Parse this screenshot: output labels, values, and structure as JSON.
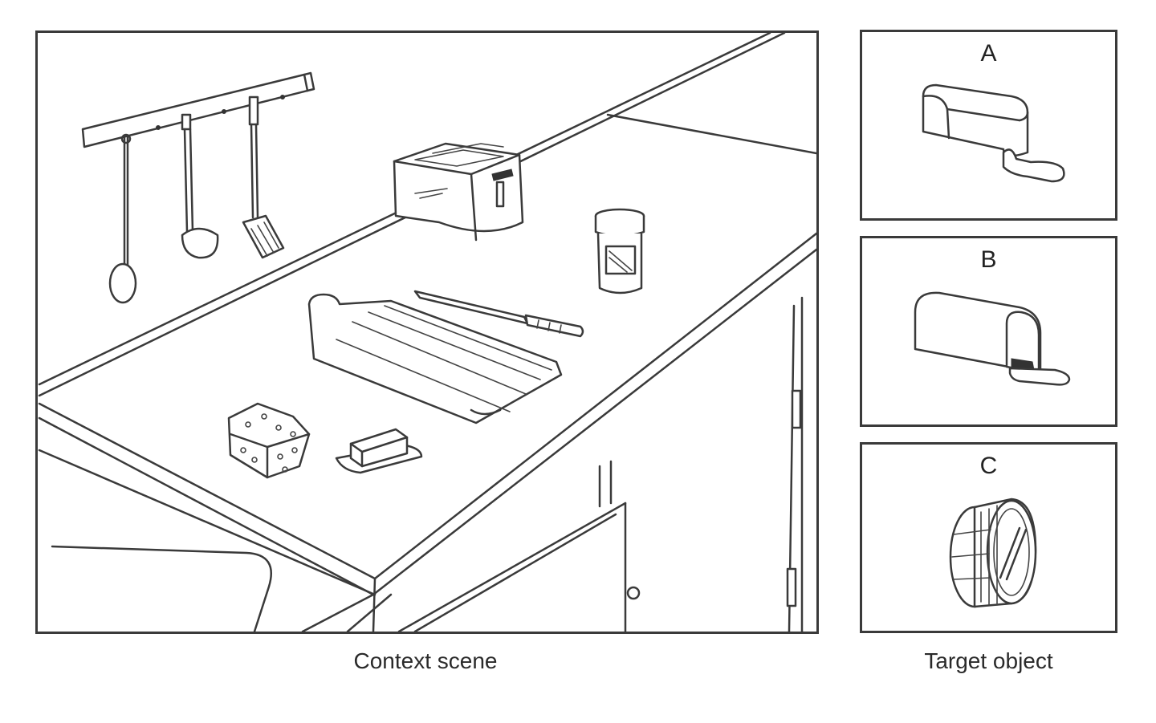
{
  "scene": {
    "caption": "Context scene",
    "objects": [
      "utensil-rack",
      "spoon",
      "ladle",
      "spatula",
      "toaster",
      "jar",
      "cutting-board",
      "bread-knife",
      "sponge",
      "butter-dish",
      "sink",
      "cabinet"
    ]
  },
  "targets": {
    "caption": "Target object",
    "panels": [
      {
        "letter": "A",
        "object": "bread-loaf-icon"
      },
      {
        "letter": "B",
        "object": "mailbox-icon"
      },
      {
        "letter": "C",
        "object": "round-container-icon"
      }
    ]
  }
}
